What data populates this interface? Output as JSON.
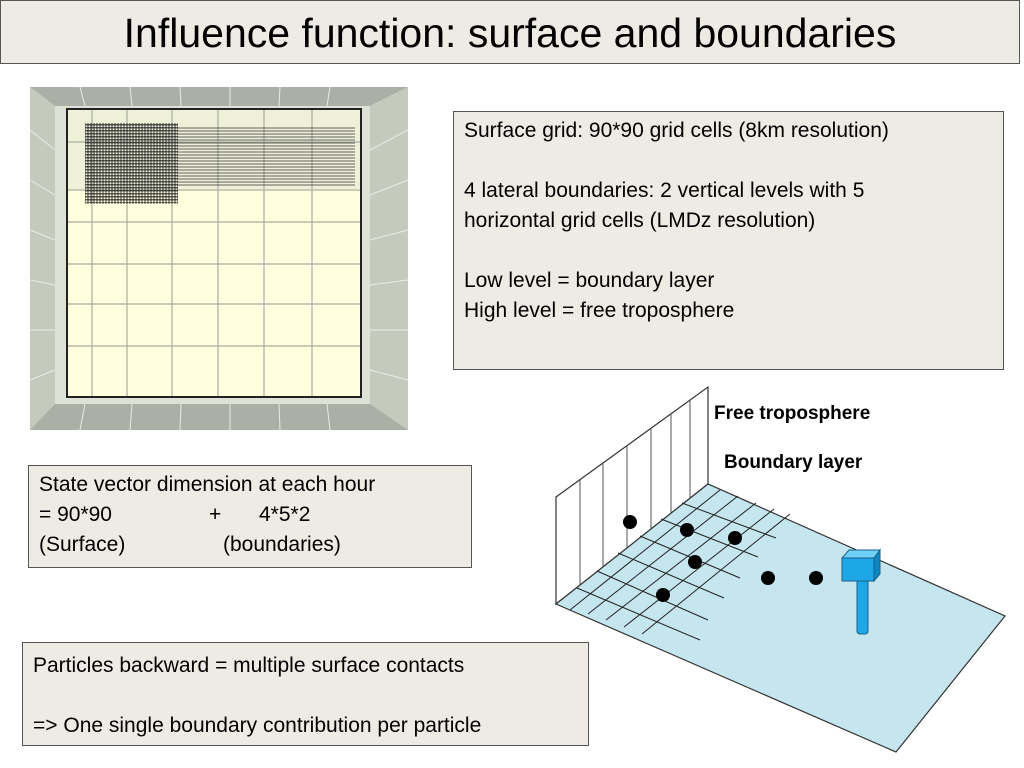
{
  "title": "Influence function: surface and boundaries",
  "surface_box": {
    "line1": "Surface grid: 90*90 grid cells (8km resolution)",
    "line2": "4 lateral boundaries: 2 vertical levels with 5",
    "line3": "horizontal grid cells (LMDz resolution)",
    "line4": "Low level = boundary layer",
    "line5": "High level = free troposphere"
  },
  "state_box": {
    "line1": "State vector dimension at each hour",
    "row2": [
      "= 90*90",
      "+",
      "4*5*2"
    ],
    "row3": [
      "(Surface)",
      "(boundaries)"
    ]
  },
  "particles_box": {
    "line1": "Particles backward = multiple surface contacts",
    "line2": "=> One single boundary contribution per particle"
  },
  "diagram_labels": {
    "free_troposphere": "Free troposphere",
    "boundary_layer": "Boundary layer"
  },
  "colors": {
    "box_fill": "#eeebe4",
    "grid_yellow": "#ffffdd",
    "surface_blue": "#c5e6ef",
    "receptor_blue": "#1ea7e6"
  }
}
